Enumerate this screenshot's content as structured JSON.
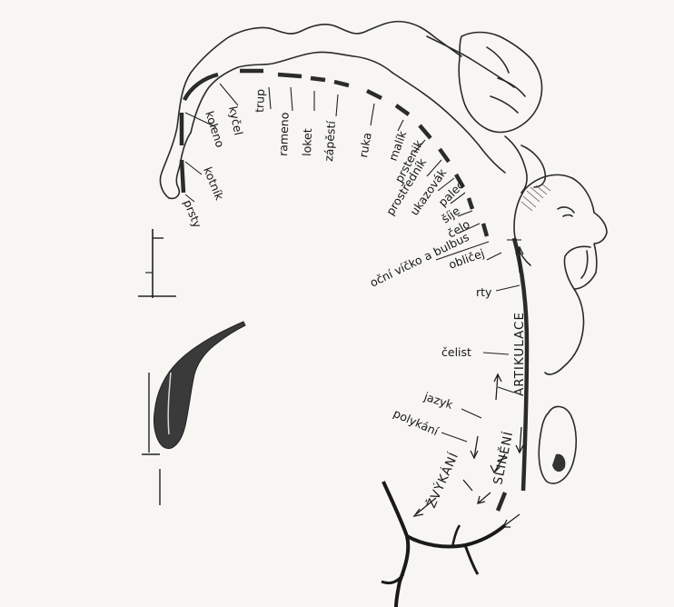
{
  "labels": {
    "prsty": "prsty",
    "kotnik": "kotník",
    "koleno": "koleno",
    "kycel": "kyčel",
    "trup": "trup",
    "rameno": "rameno",
    "loket": "loket",
    "zapesti": "zápěstí",
    "ruka": "ruka",
    "malik": "malík",
    "prstenik": "prstenik",
    "prostrednik": "prostředník",
    "ukazovak": "ukazovák",
    "palec": "palec",
    "sije": "šíje",
    "celo": "čelo",
    "ocni": "oční víčko a bulbus",
    "oblicej": "obličej",
    "rty": "rty",
    "celist": "čelist",
    "jazyk": "jazyk",
    "polykani": "polykání",
    "artikulace": "ARTIKULACE",
    "sliniani": "SLINĚNÍ",
    "zvykani": "ŽVÝKÁNÍ"
  }
}
